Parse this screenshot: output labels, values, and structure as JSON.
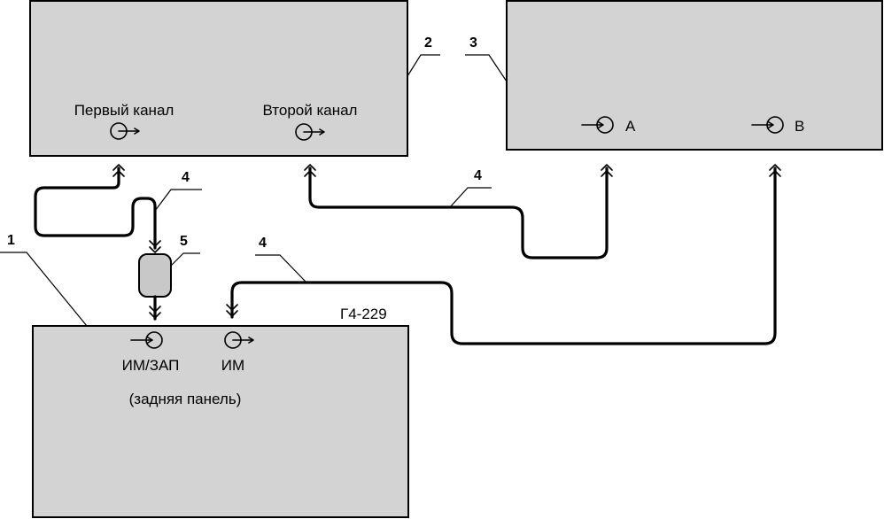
{
  "device_generator": {
    "model": "Г4-229",
    "port_im_zap": "ИМ/ЗАП",
    "port_im": "ИМ",
    "note": "(задняя панель)"
  },
  "device_two": {
    "channel_1": "Первый канал",
    "channel_2": "Второй канал"
  },
  "device_three": {
    "input_a": "A",
    "input_b": "B"
  },
  "callouts": {
    "generator": "1",
    "device_two": "2",
    "device_three": "3",
    "cable_a": "4",
    "cable_b": "4",
    "cable_c": "4",
    "adapter": "5"
  }
}
